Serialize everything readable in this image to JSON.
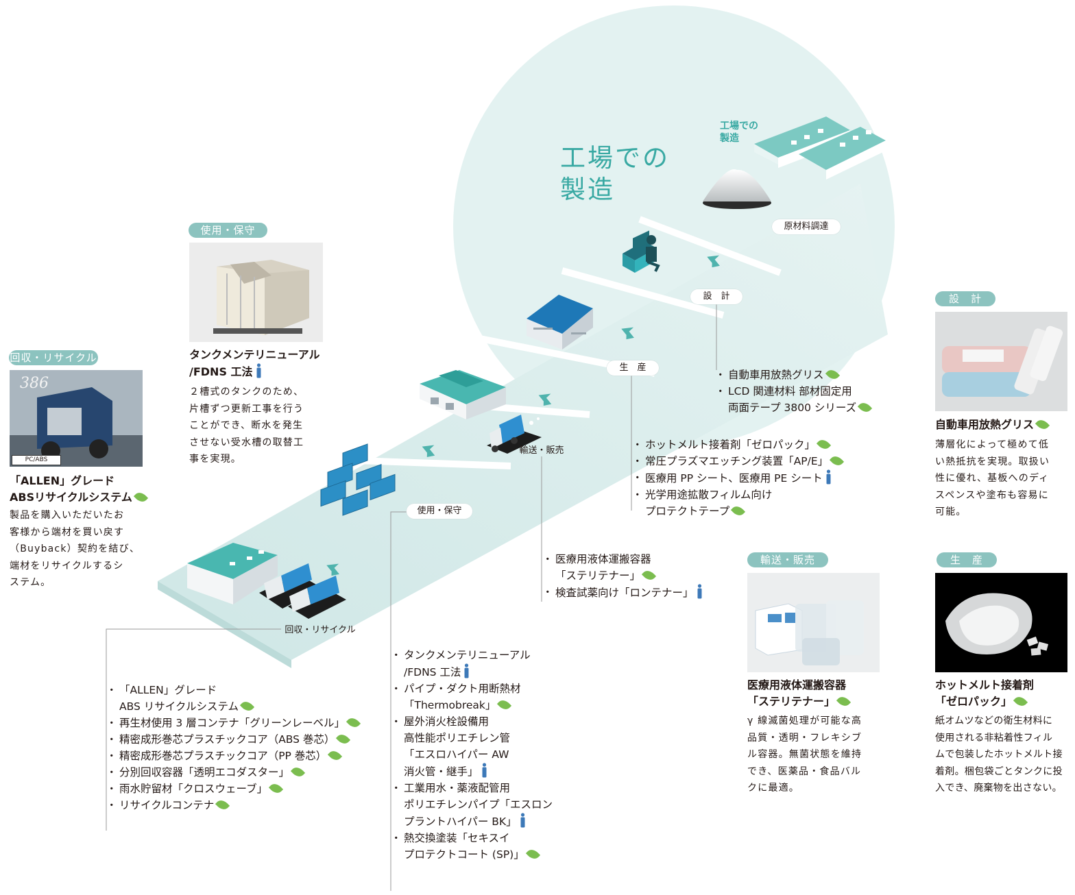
{
  "factory": {
    "title_line1": "工場での",
    "title_line2": "製造",
    "small_title_line1": "工場での",
    "small_title_line2": "製造"
  },
  "stages": {
    "raw": "原材料調達",
    "design": "設　計",
    "production": "生　産",
    "transport": "輸送・販売",
    "use": "使用・保守",
    "recycle": "回収・リサイクル"
  },
  "design_list": [
    {
      "text": "自動車用放熱グリス",
      "icon": "leaf-icon"
    },
    {
      "text": "LCD 関連材料 部材固定用",
      "icon": ""
    },
    {
      "text": "両面テープ 3800 シリーズ",
      "icon": "leaf-icon",
      "cont": true
    }
  ],
  "production_list": [
    {
      "text": "ホットメルト接着剤「ゼロパック」",
      "icon": "leaf-icon"
    },
    {
      "text": "常圧プラズマエッチング装置「AP/E」",
      "icon": "leaf-icon"
    },
    {
      "text": "医療用 PP シート、医療用 PE シート",
      "icon": "person-icon"
    },
    {
      "text": "光学用途拡散フィルム向け",
      "icon": ""
    },
    {
      "text": "プロテクトテープ",
      "icon": "leaf-icon",
      "cont": true
    }
  ],
  "transport_list": [
    {
      "text": "医療用液体運搬容器",
      "icon": ""
    },
    {
      "text": "「ステリテナー」",
      "icon": "leaf-icon",
      "cont": true
    },
    {
      "text": "検査試薬向け「ロンテナー」",
      "icon": "person-icon"
    }
  ],
  "use_list": [
    {
      "text": "タンクメンテリニューアル",
      "icon": ""
    },
    {
      "text": "/FDNS 工法",
      "icon": "person-icon",
      "cont": true
    },
    {
      "text": "パイプ・ダクト用断熱材",
      "icon": ""
    },
    {
      "text": "「Thermobreak」",
      "icon": "leaf-icon",
      "cont": true
    },
    {
      "text": "屋外消火栓設備用",
      "icon": ""
    },
    {
      "text": "高性能ポリエチレン管",
      "icon": "",
      "cont": true
    },
    {
      "text": "「エスロハイパー AW",
      "icon": "",
      "cont": true
    },
    {
      "text": "消火管・継手」",
      "icon": "person-icon",
      "cont": true
    },
    {
      "text": "工業用水・薬液配管用",
      "icon": ""
    },
    {
      "text": "ポリエチレンパイプ「エスロン",
      "icon": "",
      "cont": true
    },
    {
      "text": "プラントハイパー BK」",
      "icon": "person-icon",
      "cont": true
    },
    {
      "text": "熱交換塗装「セキスイ",
      "icon": ""
    },
    {
      "text": "プロテクトコート (SP)」",
      "icon": "leaf-icon",
      "cont": true
    }
  ],
  "recycle_list": [
    {
      "text": "「ALLEN」グレード",
      "icon": ""
    },
    {
      "text": "ABS リサイクルシステム",
      "icon": "leaf-icon",
      "cont": true
    },
    {
      "text": "再生材使用 3 層コンテナ「グリーンレーベル」",
      "icon": "leaf-icon"
    },
    {
      "text": "精密成形巻芯プラスチックコア（ABS 巻芯）",
      "icon": "leaf-icon"
    },
    {
      "text": "精密成形巻芯プラスチックコア（PP 巻芯）",
      "icon": "leaf-icon"
    },
    {
      "text": "分別回収容器「透明エコダスター」",
      "icon": "leaf-icon"
    },
    {
      "text": "雨水貯留材「クロスウェーブ」",
      "icon": "leaf-icon"
    },
    {
      "text": "リサイクルコンテナ",
      "icon": "leaf-icon"
    }
  ],
  "cards": {
    "recycle": {
      "tag": "回収・リサイクル",
      "photo_label": "PC/ABS",
      "photo_logo": "386",
      "title1": "「ALLEN」グレード",
      "title2": "ABSリサイクルシステム",
      "body": [
        "製品を購入いただいたお",
        "客様から端材を買い戻す",
        "（Buyback）契約を結び、",
        "端材をリサイクルするシ",
        "ステム。"
      ]
    },
    "use": {
      "tag": "使用・保守",
      "title1": "タンクメンテリニューアル",
      "title2": "/FDNS 工法",
      "body": [
        "２槽式のタンクのため、",
        "片槽ずつ更新工事を行う",
        "ことができ、断水を発生",
        "させない受水槽の取替工",
        "事を実現。"
      ]
    },
    "design": {
      "tag": "設　計",
      "title1": "自動車用放熱グリス",
      "body": [
        "薄層化によって極めて低",
        "い熱抵抗を実現。取扱い",
        "性に優れ、基板へのディ",
        "スペンスや塗布も容易に",
        "可能。"
      ]
    },
    "transport": {
      "tag": "輸送・販売",
      "title1": "医療用液体運搬容器",
      "title2": "「ステリテナー」",
      "body": [
        "γ 線滅菌処理が可能な高",
        "品質・透明・フレキシブ",
        "ル容器。無菌状態を維持",
        "でき、医薬品・食品バル",
        "クに最適。"
      ]
    },
    "production": {
      "tag": "生　産",
      "title1": "ホットメルト接着剤",
      "title2": "「ゼロパック」",
      "body": [
        "紙オムツなどの衛生材料に",
        "使用される非粘着性フィル",
        "ムで包装したホットメルト接",
        "着剤。梱包袋ごとタンクに投",
        "入でき、廃棄物を出さない。"
      ]
    }
  },
  "colors": {
    "accent": "#39a9a3",
    "tag": "#8cc3bf",
    "circle": "#e3f2f1",
    "belt": "#d8eceb",
    "leaf": "#7bbd4f",
    "person": "#3d79b8"
  }
}
